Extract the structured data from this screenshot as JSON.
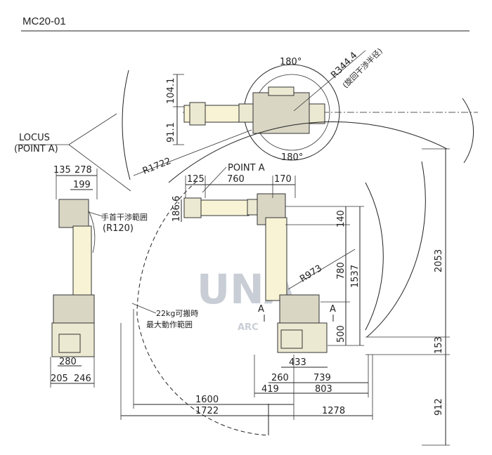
{
  "header": {
    "model": "MC20-01"
  },
  "labels": {
    "locus": "LOCUS",
    "point_a_paren": "(POINT A)",
    "point_a": "POINT A",
    "rotation_top": "180°",
    "rotation_bottom": "180°",
    "r344": "R344.4",
    "r344_note": "(旋回干渉半径)",
    "r1722": "R1722",
    "r973": "R973",
    "r120": "(R120)",
    "wrist_note": "手首干渉範囲",
    "payload_note_1": "22kg可搬時",
    "payload_note_2": "最大動作範囲",
    "section_a_left": "A",
    "section_a_right": "A",
    "watermark_main": "UNA",
    "watermark_sub": "ARC"
  },
  "dimensions": {
    "d104_1": "104.1",
    "d91_1": "91.1",
    "d135": "135",
    "d278": "278",
    "d199": "199",
    "d125": "125",
    "d760": "760",
    "d170": "170",
    "d186_6": "186.6",
    "d140": "140",
    "d780": "780",
    "d1537": "1537",
    "d500": "500",
    "d2053": "2053",
    "d153": "153",
    "d912": "912",
    "d280": "280",
    "d205": "205",
    "d246": "246",
    "d433": "433",
    "d260": "260",
    "d739": "739",
    "d419": "419",
    "d803": "803",
    "d1600": "1600",
    "d1722": "1722",
    "d1278": "1278"
  }
}
